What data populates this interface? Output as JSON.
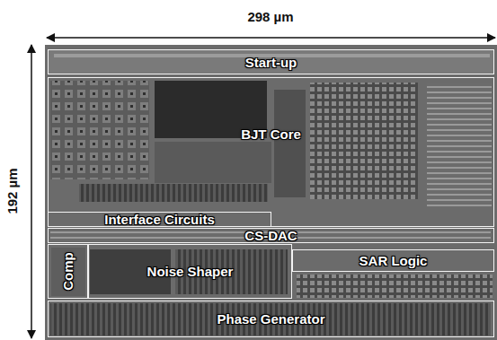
{
  "diagram": {
    "nodes": [
      {
        "text": [
          "Start-up"
        ]
      },
      {
        "text": [
          "BJT Core"
        ]
      },
      {
        "text": [
          "Interface Circuits"
        ]
      },
      {
        "text": [
          "CS-DAC"
        ]
      },
      {
        "text": [
          "Comp"
        ]
      },
      {
        "text": [
          "Noise Shaper"
        ]
      },
      {
        "text": [
          "SAR Logic"
        ]
      },
      {
        "text": [
          "Phase Generator"
        ]
      }
    ],
    "labels": [
      "298 µm",
      "192 µm"
    ]
  }
}
